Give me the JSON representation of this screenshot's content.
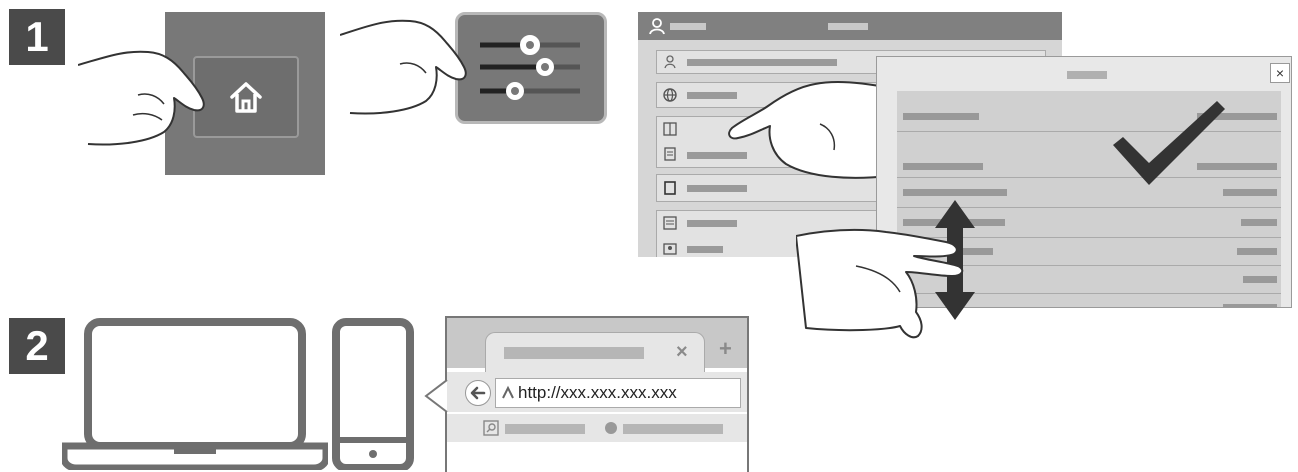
{
  "steps": {
    "step1": {
      "number": "1"
    },
    "step2": {
      "number": "2"
    }
  },
  "printer_panel": {
    "home_icon": "home-icon",
    "settings_icon": "sliders-icon"
  },
  "settings_dialog": {
    "close_glyph": "×",
    "confirm_icon": "checkmark-icon",
    "scroll_icon": "double-arrow-icon"
  },
  "browser": {
    "tab_close_glyph": "×",
    "new_tab_glyph": "+",
    "url": "http://xxx.xxx.xxx.xxx"
  },
  "colors": {
    "badge": "#4a4a4a",
    "panel_dark": "#777777",
    "screen_grey": "#d4d4d4",
    "frame_grey": "#7a7a7a"
  }
}
